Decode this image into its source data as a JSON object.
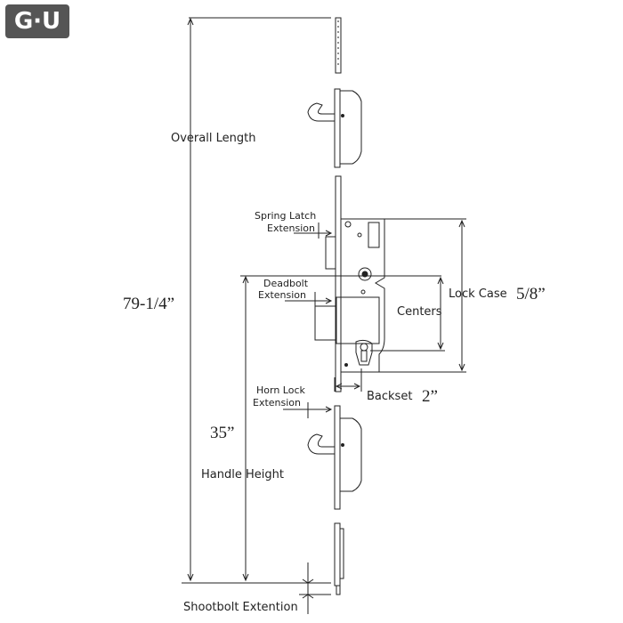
{
  "logo": {
    "text": "G·U",
    "color": "#555555"
  },
  "labels": {
    "overall_length": "Overall Length",
    "overall_length_value": "79-1/4”",
    "spring_latch_1": "Spring Latch",
    "spring_latch_2": "Extension",
    "deadbolt_1": "Deadbolt",
    "deadbolt_2": "Extension",
    "lock_case": "Lock Case",
    "lock_case_value": "5/8”",
    "centers": "Centers",
    "backset": "Backset",
    "backset_value": "2”",
    "horn_lock_1": "Horn Lock",
    "horn_lock_2": "Extension",
    "handle_height_value": "35”",
    "handle_height": "Handle Height",
    "shootbolt": "Shootbolt Extention"
  }
}
